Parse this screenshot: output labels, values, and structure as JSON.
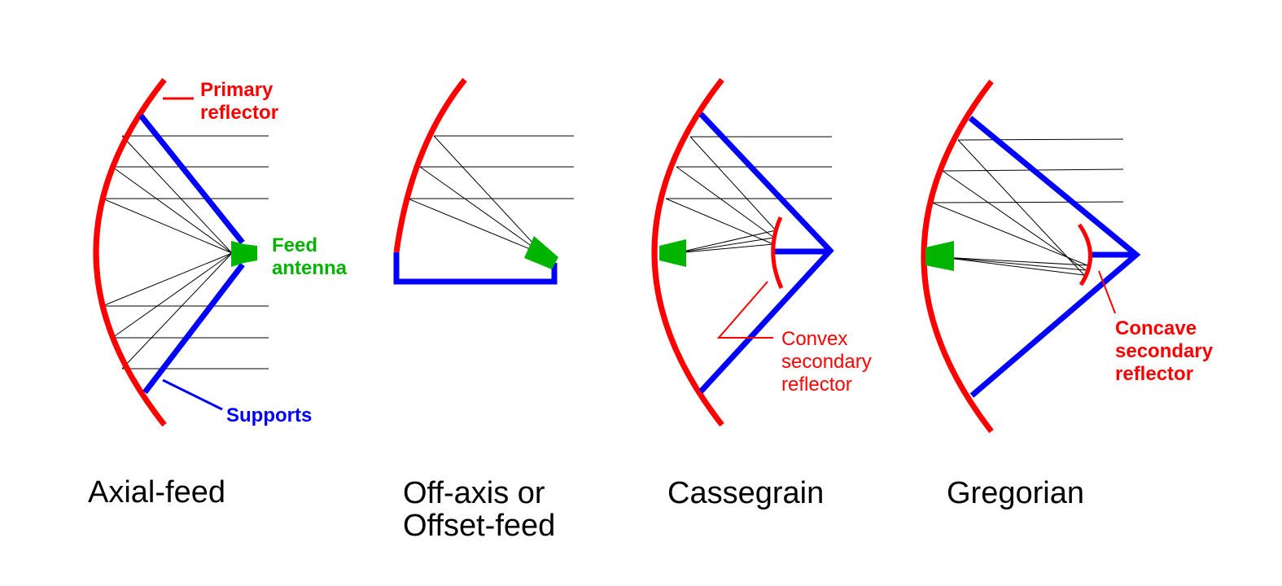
{
  "colors": {
    "primary": "#ff0000",
    "support": "#0000ff",
    "feed": "#00b400",
    "ray": "#000000"
  },
  "labels": {
    "primary_reflector": [
      "Primary",
      "reflector"
    ],
    "feed_antenna": [
      "Feed",
      "antenna"
    ],
    "supports": "Supports",
    "convex_secondary": [
      "Convex",
      "secondary",
      "reflector"
    ],
    "concave_secondary": [
      "Concave",
      "secondary",
      "reflector"
    ]
  },
  "captions": {
    "axial": "Axial-feed",
    "offset": [
      "Off-axis or",
      "Offset-feed"
    ],
    "cassegrain": "Cassegrain",
    "gregorian": "Gregorian"
  }
}
